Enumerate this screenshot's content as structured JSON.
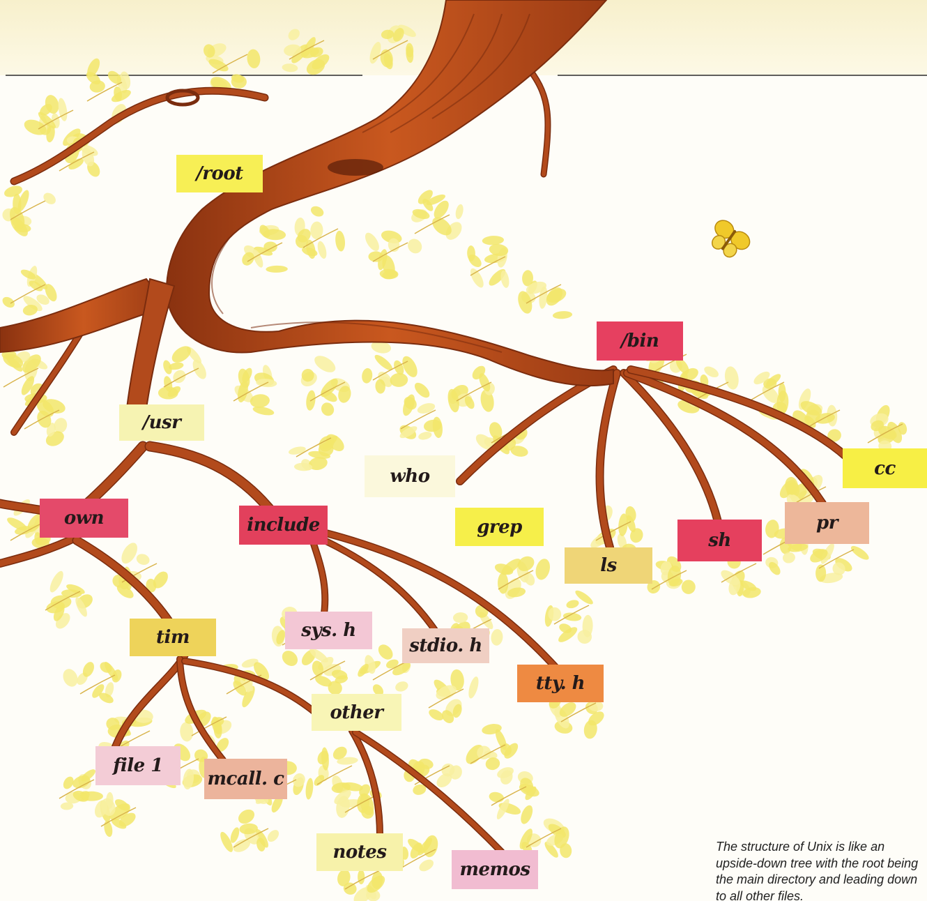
{
  "colors": {
    "trunk": "#b24a1c",
    "trunk_dark": "#7a2c0e",
    "trunk_light": "#d8702c",
    "leaf": "#f2e66a",
    "leaf_light": "#f8f0a0",
    "rule": "#2b2b2b"
  },
  "labels": {
    "root": {
      "text": "/root",
      "color": "#f7ef55"
    },
    "bin": {
      "text": "/bin",
      "color": "#e64060"
    },
    "usr": {
      "text": "/usr",
      "color": "#f6f3b2"
    },
    "own": {
      "text": "own",
      "color": "#e44a6a"
    },
    "include": {
      "text": "include",
      "color": "#e2405c"
    },
    "who": {
      "text": "who",
      "color": "#fbf8dc"
    },
    "grep": {
      "text": "grep",
      "color": "#f6ef4a"
    },
    "ls": {
      "text": "ls",
      "color": "#efd577"
    },
    "sh": {
      "text": "sh",
      "color": "#e5405e"
    },
    "pr": {
      "text": "pr",
      "color": "#edb79a"
    },
    "cc": {
      "text": "cc",
      "color": "#f7ef45"
    },
    "tim": {
      "text": "tim",
      "color": "#eed35a"
    },
    "sys_h": {
      "text": "sys. h",
      "color": "#f3c7d5"
    },
    "stdio_h": {
      "text": "stdio. h",
      "color": "#f0cfc3"
    },
    "tty_h": {
      "text": "tty. h",
      "color": "#ee8a42"
    },
    "other": {
      "text": "other",
      "color": "#f8f5b6"
    },
    "file1": {
      "text": "file 1",
      "color": "#f3ccd6"
    },
    "mcall_c": {
      "text": "mcall. c",
      "color": "#ecb49c"
    },
    "notes": {
      "text": "notes",
      "color": "#f7f2aa"
    },
    "memos": {
      "text": "memos",
      "color": "#f1bcd1"
    }
  },
  "caption": "The structure of Unix is like an upside-down tree with the root being the main directory and leading down to all other files."
}
